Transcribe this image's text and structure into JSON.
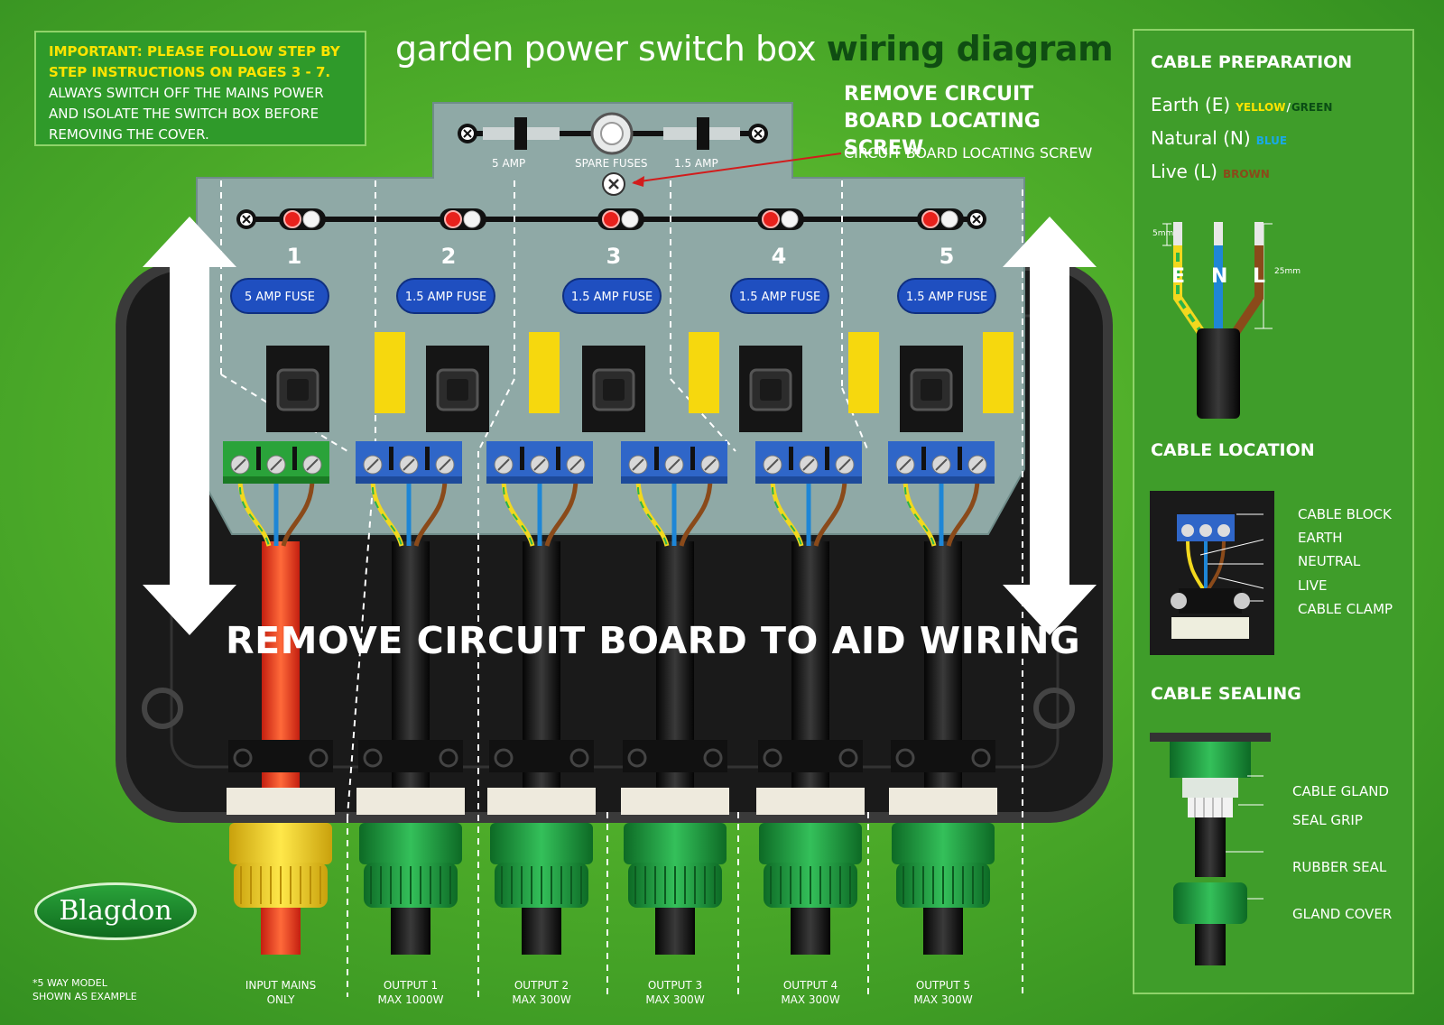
{
  "notice": {
    "important": "IMPORTANT: PLEASE FOLLOW STEP BY STEP INSTRUCTIONS ON PAGES 3 - 7.",
    "warning": "ALWAYS SWITCH OFF THE MAINS POWER AND ISOLATE THE SWITCH BOX BEFORE REMOVING THE COVER."
  },
  "title": {
    "part1": "garden power switch box",
    "part2": "wiring diagram"
  },
  "top": {
    "remove_heading": "REMOVE CIRCUIT BOARD LOCATING SCREW",
    "screw_label": "CIRCUIT BOARD LOCATING SCREW",
    "spare_fuses": "SPARE FUSES",
    "fuse_left": "5 AMP",
    "fuse_right": "1.5 AMP"
  },
  "board": {
    "channels": [
      {
        "number": "1",
        "fuse": "5 AMP FUSE"
      },
      {
        "number": "2",
        "fuse": "1.5 AMP FUSE"
      },
      {
        "number": "3",
        "fuse": "1.5 AMP FUSE"
      },
      {
        "number": "4",
        "fuse": "1.5 AMP FUSE"
      },
      {
        "number": "5",
        "fuse": "1.5 AMP FUSE"
      }
    ],
    "instruction": "REMOVE CIRCUIT BOARD TO AID WIRING"
  },
  "outputs": [
    {
      "line1": "INPUT MAINS",
      "line2": "ONLY"
    },
    {
      "line1": "OUTPUT 1",
      "line2": "MAX 1000W"
    },
    {
      "line1": "OUTPUT 2",
      "line2": "MAX 300W"
    },
    {
      "line1": "OUTPUT 3",
      "line2": "MAX 300W"
    },
    {
      "line1": "OUTPUT 4",
      "line2": "MAX 300W"
    },
    {
      "line1": "OUTPUT 5",
      "line2": "MAX 300W"
    }
  ],
  "logo": "Blagdon",
  "footnote": {
    "line1": "*5 WAY MODEL",
    "line2": "SHOWN AS EXAMPLE"
  },
  "sidebar": {
    "prep_heading": "CABLE PREPARATION",
    "earth": {
      "label": "Earth (E)",
      "c1": "YELLOW",
      "sep": "/",
      "c2": "GREEN"
    },
    "neutral": {
      "label": "Natural (N)",
      "c1": "BLUE"
    },
    "live": {
      "label": "Live (L)",
      "c1": "BROWN"
    },
    "strip_label": "5mm",
    "length_label": "25mm",
    "letters": [
      "E",
      "N",
      "L"
    ],
    "location_heading": "CABLE LOCATION",
    "location_callouts": [
      "CABLE BLOCK",
      "EARTH",
      "NEUTRAL",
      "LIVE",
      "CABLE CLAMP"
    ],
    "sealing_heading": "CABLE SEALING",
    "sealing_callouts": [
      "CABLE GLAND",
      "SEAL GRIP",
      "RUBBER SEAL",
      "GLAND COVER"
    ]
  },
  "colors": {
    "background": "#4fae2a",
    "board": "#8fa9a6",
    "box": "#1c1c1c",
    "fuse": "#1f4fc0",
    "earth": "#f2d81e",
    "neutral": "#1e86d6",
    "live": "#8a4a1a",
    "input_cable": "#e8321c",
    "gland": "#1f9a3a",
    "input_gland": "#f4d21a",
    "terminal_input": "#2aa33a",
    "terminal_output": "#2f66c8"
  },
  "icons": [
    "up-down-arrow-icon",
    "screw-icon",
    "led-icon",
    "switch-icon",
    "terminal-block-icon"
  ]
}
